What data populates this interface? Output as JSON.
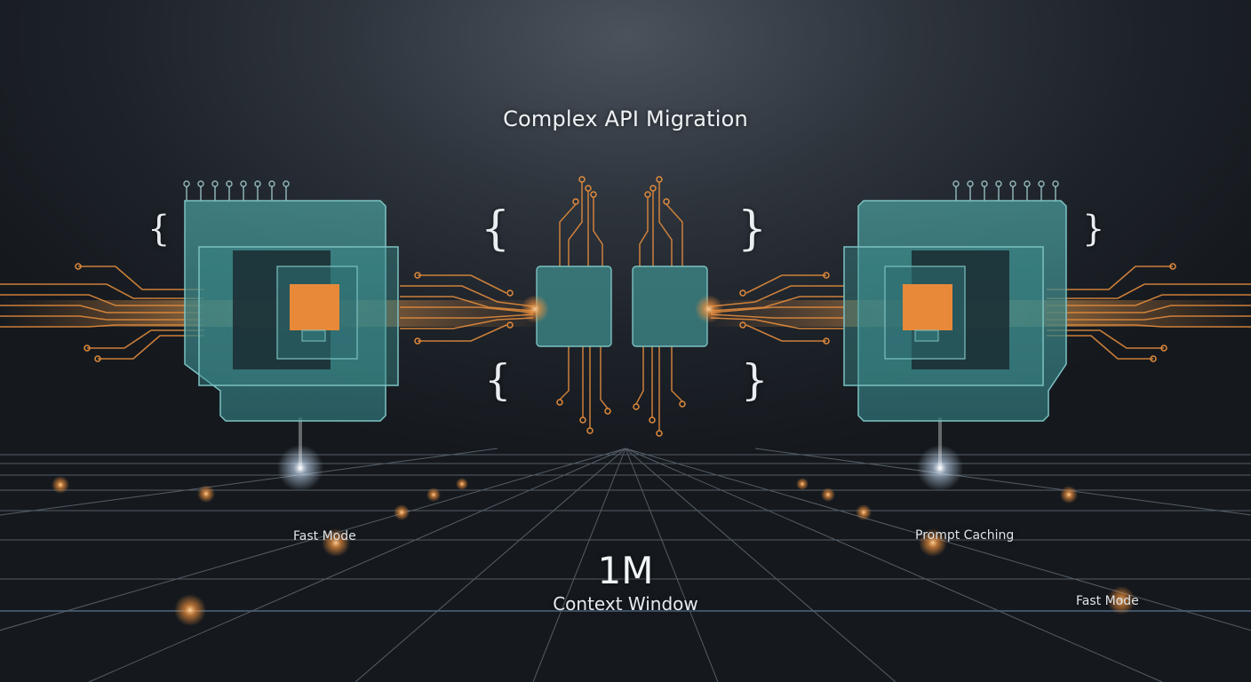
{
  "title": "Complex API Migration",
  "context": {
    "value": "1M",
    "label": "Context Window"
  },
  "labels": {
    "fast_mode_left": "Fast Mode",
    "prompt_caching": "Prompt Caching",
    "fast_mode_right": "Fast Mode"
  },
  "glyphs": {
    "brace_open": "{",
    "brace_close": "}"
  },
  "colors": {
    "chip_teal": "#3f8c8c",
    "core_orange": "#e8893a",
    "circuit_orange": "#e08a3c",
    "grid_line": "#8a96a3"
  }
}
